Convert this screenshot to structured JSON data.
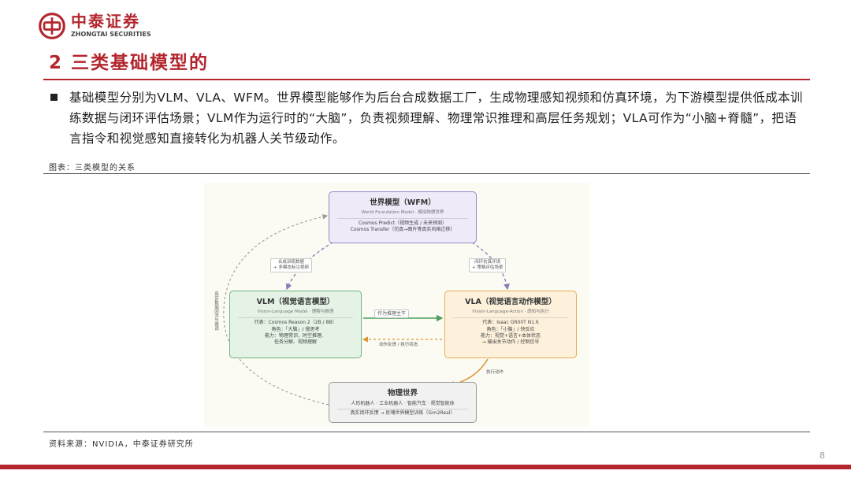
{
  "header": {
    "logo_cn": "中泰证券",
    "logo_en": "ZHONGTAI SECURITIES",
    "brand_color": "#b3262e"
  },
  "section_title": "2 三类基础模型的",
  "body": {
    "paragraph": "基础模型分别为VLM、VLA、WFM。世界模型能够作为后台合成数据工厂，生成物理感知视频和仿真环境，为下游模型提供低成本训练数据与闭环评估场景；VLM作为运行时的“大脑”，负责视频理解、物理常识推理和高层任务规划；VLA可作为“小脑+脊髓”，把语言指令和视觉感知直接转化为机器人关节级动作。"
  },
  "figure": {
    "caption": "图表：三类模型的关系",
    "wfm": {
      "title": "世界模型（WFM）",
      "subtitle": "World Foundation Model · 模拟物理世界",
      "line1": "Cosmos Predict（视频生成 / 未来预测）",
      "line2": "Cosmos Transfer（仿真→图片等真实风格迁移）"
    },
    "vlm": {
      "title": "VLM（视觉语言模型）",
      "subtitle": "Vision-Language Model · 理解与推理",
      "line1": "代表：Cosmos Reason 2（2B / 8B）",
      "line2": "角色：「大脑」/ 慢思考",
      "line3": "能力：物理常识、时空推理、",
      "line4": "任务分解、视频理解"
    },
    "vla": {
      "title": "VLA（视觉语言动作模型）",
      "subtitle": "Vision-Language-Action · 感知与执行",
      "line1": "代表：Isaac GR00T N1.6",
      "line2": "角色：「小脑」/ 快反应",
      "line3": "能力：视觉+语言+本体状态",
      "line4": "→ 输出关节动作 / 控制信号"
    },
    "physical": {
      "title": "物理世界",
      "line1": "人形机器人 · 工业机器人 · 智能汽车 · 视觉智能体",
      "line2": "真实闭环反馈 → 反哺世界模型训练（Sim2Real）"
    },
    "labels": {
      "wfm_to_vlm": "合成训练数据\n+ 多模态标注视频",
      "wfm_to_vla": "闭环仿真环境\n+ 策略评估场景",
      "vlm_to_vla": "作为推理主干",
      "vla_to_vlm": "动作反馈 / 执行状态",
      "vla_to_phys": "执行动作",
      "left_loop": "真实数据回流与微调"
    }
  },
  "source": "资料来源：NVIDIA，中泰证券研究所",
  "page_number": "8",
  "colors": {
    "wfm": "#9b86c6",
    "vlm": "#6bb57a",
    "vla": "#e6ad55",
    "physical": "#9a9a9a"
  }
}
